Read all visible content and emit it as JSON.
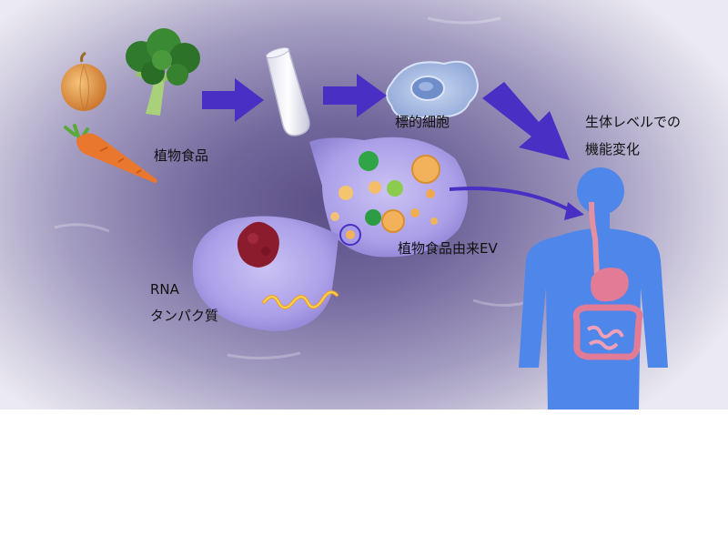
{
  "figure": {
    "labels": {
      "plant_food": "植物食品",
      "target_cell": "標的細胞",
      "body_change_line1": "生体レベルでの",
      "body_change_line2": "機能変化",
      "plant_ev": "植物食品由来EV",
      "rna": "RNA",
      "protein": "タンパク質"
    },
    "icons": [
      "onion-icon",
      "broccoli-icon",
      "carrot-icon",
      "test-tube-icon",
      "target-cell-icon",
      "ev-vesicle-icon",
      "human-body-icon"
    ],
    "colors": {
      "arrow": "#4a2fc4",
      "vesicle": "#a99ce6",
      "body": "#4f86ea",
      "intestine": "#e08aa0",
      "background_center": "#5a4e86"
    }
  }
}
